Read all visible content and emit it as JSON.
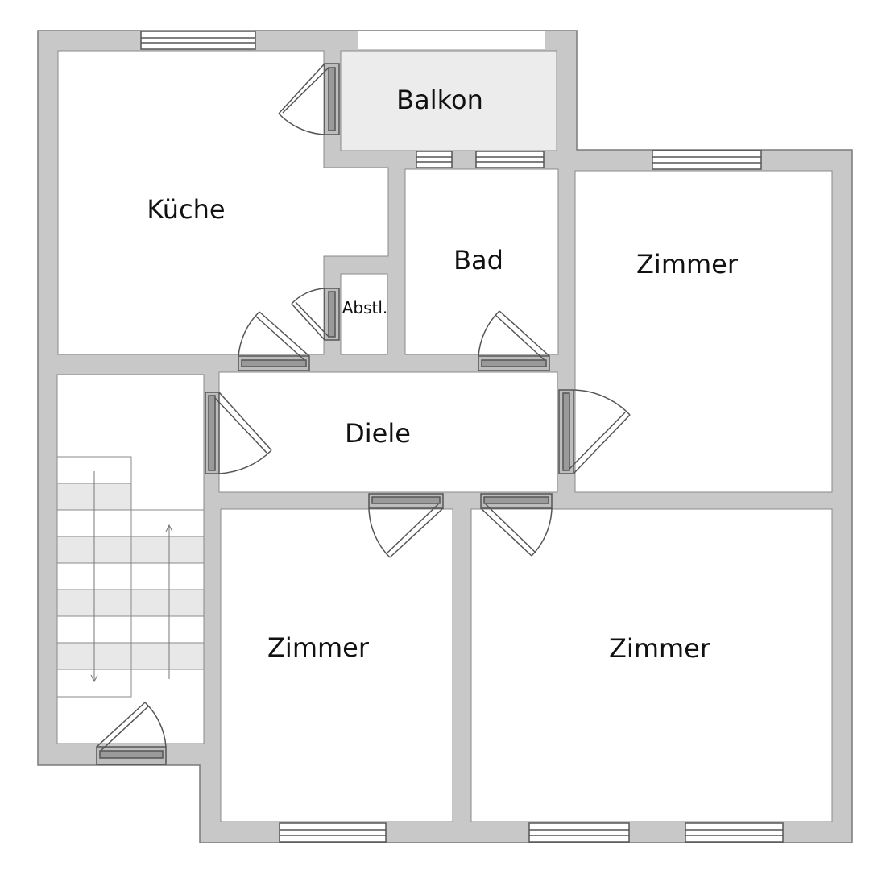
{
  "colors": {
    "wall": "#c8c8c8",
    "wall_edge": "#7a7a7a",
    "room": "#ffffff",
    "balcony": "#ececec",
    "stair_tread": "#e8e8e8",
    "window_frame": "#555555",
    "door_line": "#555555",
    "text": "#111111"
  },
  "rooms": {
    "kueche": "Küche",
    "balkon": "Balkon",
    "bad": "Bad",
    "abstellraum": "Abstl.",
    "zimmer_east": "Zimmer",
    "diele": "Diele",
    "zimmer_south_west": "Zimmer",
    "zimmer_south_east": "Zimmer"
  }
}
